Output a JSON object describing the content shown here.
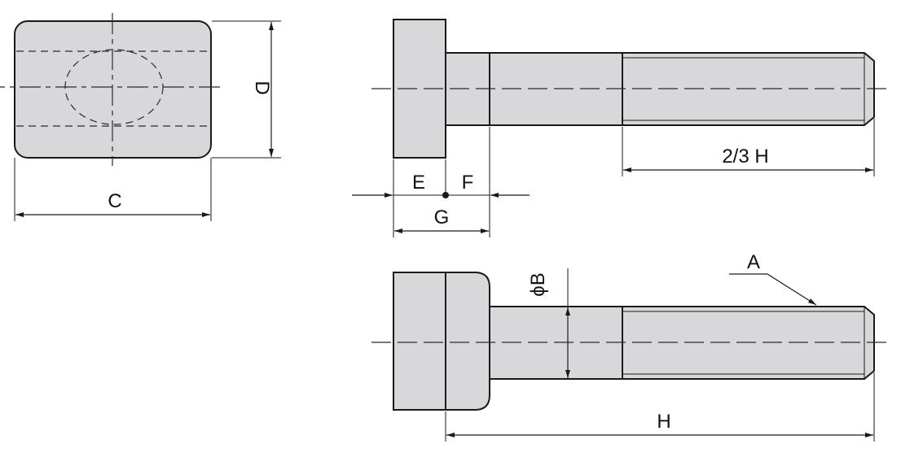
{
  "labels": {
    "a": "A",
    "phi_b": "ϕB",
    "c": "C",
    "d": "D",
    "e": "E",
    "f": "F",
    "g": "G",
    "h": "H",
    "two_thirds_h": "2/3 H"
  },
  "colors": {
    "part_fill": "#d8d8da",
    "line": "#1a1a1a"
  }
}
